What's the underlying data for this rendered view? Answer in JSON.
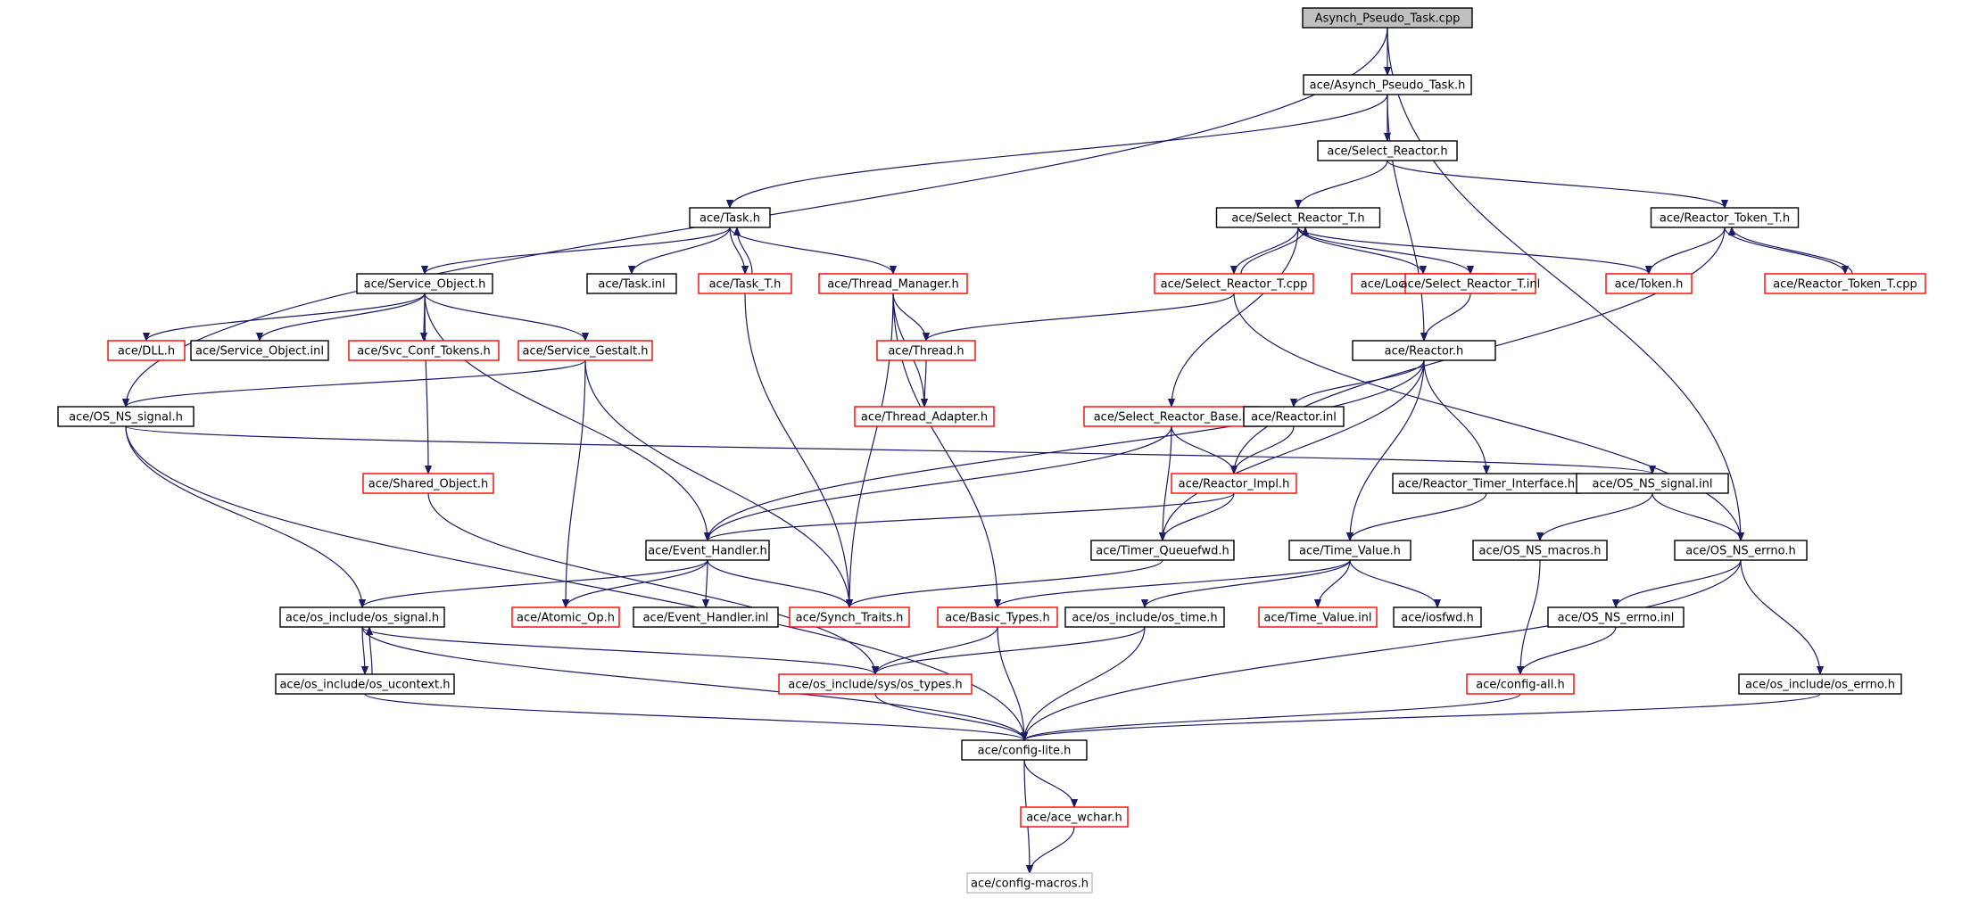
{
  "colors": {
    "edge": "#1a1a66",
    "border_documented": "#000000",
    "border_undocumented": "#ff0000",
    "border_leaf": "#bfbfbf",
    "root_fill": "#bfbfbf"
  },
  "nodes": [
    {
      "id": "n_root",
      "label": "Asynch_Pseudo_Task.cpp",
      "style": "root"
    },
    {
      "id": "n_apt_h",
      "label": "ace/Asynch_Pseudo_Task.h",
      "style": "black"
    },
    {
      "id": "n_sel_reactor",
      "label": "ace/Select_Reactor.h",
      "style": "black"
    },
    {
      "id": "n_task",
      "label": "ace/Task.h",
      "style": "black"
    },
    {
      "id": "n_srt_h",
      "label": "ace/Select_Reactor_T.h",
      "style": "black"
    },
    {
      "id": "n_rtt_h",
      "label": "ace/Reactor_Token_T.h",
      "style": "black"
    },
    {
      "id": "n_svc_obj",
      "label": "ace/Service_Object.h",
      "style": "black"
    },
    {
      "id": "n_task_inl",
      "label": "ace/Task.inl",
      "style": "black"
    },
    {
      "id": "n_task_t",
      "label": "ace/Task_T.h",
      "style": "red"
    },
    {
      "id": "n_thr_mgr",
      "label": "ace/Thread_Manager.h",
      "style": "red"
    },
    {
      "id": "n_srt_cpp",
      "label": "ace/Select_Reactor_T.cpp",
      "style": "red"
    },
    {
      "id": "n_lock_adp",
      "label": "ace/Lock_Adapter_T.h",
      "style": "red"
    },
    {
      "id": "n_srt_inl",
      "label": "ace/Select_Reactor_T.inl",
      "style": "red"
    },
    {
      "id": "n_token",
      "label": "ace/Token.h",
      "style": "red"
    },
    {
      "id": "n_rtt_cpp",
      "label": "ace/Reactor_Token_T.cpp",
      "style": "red"
    },
    {
      "id": "n_dll",
      "label": "ace/DLL.h",
      "style": "red"
    },
    {
      "id": "n_so_inl",
      "label": "ace/Service_Object.inl",
      "style": "black"
    },
    {
      "id": "n_svc_tok",
      "label": "ace/Svc_Conf_Tokens.h",
      "style": "red"
    },
    {
      "id": "n_svc_gest",
      "label": "ace/Service_Gestalt.h",
      "style": "red"
    },
    {
      "id": "n_thread",
      "label": "ace/Thread.h",
      "style": "red"
    },
    {
      "id": "n_reactor",
      "label": "ace/Reactor.h",
      "style": "black"
    },
    {
      "id": "n_ossig",
      "label": "ace/OS_NS_signal.h",
      "style": "black"
    },
    {
      "id": "n_thr_adp",
      "label": "ace/Thread_Adapter.h",
      "style": "red"
    },
    {
      "id": "n_srb",
      "label": "ace/Select_Reactor_Base.h",
      "style": "red"
    },
    {
      "id": "n_react_inl",
      "label": "ace/Reactor.inl",
      "style": "black"
    },
    {
      "id": "n_shared_obj",
      "label": "ace/Shared_Object.h",
      "style": "red"
    },
    {
      "id": "n_react_impl",
      "label": "ace/Reactor_Impl.h",
      "style": "red"
    },
    {
      "id": "n_rti",
      "label": "ace/Reactor_Timer_Interface.h",
      "style": "black"
    },
    {
      "id": "n_ossig_inl",
      "label": "ace/OS_NS_signal.inl",
      "style": "black"
    },
    {
      "id": "n_evh",
      "label": "ace/Event_Handler.h",
      "style": "black"
    },
    {
      "id": "n_tqfwd",
      "label": "ace/Timer_Queuefwd.h",
      "style": "black"
    },
    {
      "id": "n_timeval",
      "label": "ace/Time_Value.h",
      "style": "black"
    },
    {
      "id": "n_osmac",
      "label": "ace/OS_NS_macros.h",
      "style": "black"
    },
    {
      "id": "n_oserr",
      "label": "ace/OS_NS_errno.h",
      "style": "black"
    },
    {
      "id": "n_osinc_sig",
      "label": "ace/os_include/os_signal.h",
      "style": "black"
    },
    {
      "id": "n_atomic",
      "label": "ace/Atomic_Op.h",
      "style": "red"
    },
    {
      "id": "n_evh_inl",
      "label": "ace/Event_Handler.inl",
      "style": "black"
    },
    {
      "id": "n_synch",
      "label": "ace/Synch_Traits.h",
      "style": "red"
    },
    {
      "id": "n_basic",
      "label": "ace/Basic_Types.h",
      "style": "red"
    },
    {
      "id": "n_ostime",
      "label": "ace/os_include/os_time.h",
      "style": "black"
    },
    {
      "id": "n_tv_inl",
      "label": "ace/Time_Value.inl",
      "style": "red"
    },
    {
      "id": "n_iosfwd",
      "label": "ace/iosfwd.h",
      "style": "black"
    },
    {
      "id": "n_oserr_inl",
      "label": "ace/OS_NS_errno.inl",
      "style": "black"
    },
    {
      "id": "n_uctx",
      "label": "ace/os_include/os_ucontext.h",
      "style": "black"
    },
    {
      "id": "n_systypes",
      "label": "ace/os_include/sys/os_types.h",
      "style": "red"
    },
    {
      "id": "n_cfgall",
      "label": "ace/config-all.h",
      "style": "red"
    },
    {
      "id": "n_oserrno",
      "label": "ace/os_include/os_errno.h",
      "style": "black"
    },
    {
      "id": "n_cfglite",
      "label": "ace/config-lite.h",
      "style": "black"
    },
    {
      "id": "n_wchar",
      "label": "ace/ace_wchar.h",
      "style": "red"
    },
    {
      "id": "n_cfgmac",
      "label": "ace/config-macros.h",
      "style": "gray"
    }
  ],
  "edges": [
    [
      "n_root",
      "n_apt_h"
    ],
    [
      "n_root",
      "n_ossig"
    ],
    [
      "n_root",
      "n_oserr"
    ],
    [
      "n_apt_h",
      "n_sel_reactor"
    ],
    [
      "n_apt_h",
      "n_task"
    ],
    [
      "n_apt_h",
      "n_reactor"
    ],
    [
      "n_sel_reactor",
      "n_srt_h"
    ],
    [
      "n_sel_reactor",
      "n_rtt_h"
    ],
    [
      "n_task",
      "n_svc_obj"
    ],
    [
      "n_task",
      "n_task_inl"
    ],
    [
      "n_task",
      "n_task_t"
    ],
    [
      "n_task",
      "n_thr_mgr"
    ],
    [
      "n_task_t",
      "n_task"
    ],
    [
      "n_task_t",
      "n_synch"
    ],
    [
      "n_srt_h",
      "n_srt_cpp"
    ],
    [
      "n_srt_h",
      "n_lock_adp"
    ],
    [
      "n_srt_h",
      "n_srt_inl"
    ],
    [
      "n_srt_h",
      "n_token"
    ],
    [
      "n_srt_h",
      "n_srb"
    ],
    [
      "n_srt_cpp",
      "n_srt_h"
    ],
    [
      "n_srt_cpp",
      "n_thread"
    ],
    [
      "n_srt_cpp",
      "n_oserr"
    ],
    [
      "n_srt_inl",
      "n_reactor"
    ],
    [
      "n_rtt_h",
      "n_token"
    ],
    [
      "n_rtt_h",
      "n_rtt_cpp"
    ],
    [
      "n_rtt_h",
      "n_react_impl"
    ],
    [
      "n_rtt_cpp",
      "n_rtt_h"
    ],
    [
      "n_svc_obj",
      "n_dll"
    ],
    [
      "n_svc_obj",
      "n_so_inl"
    ],
    [
      "n_svc_obj",
      "n_svc_tok"
    ],
    [
      "n_svc_obj",
      "n_svc_gest"
    ],
    [
      "n_svc_obj",
      "n_shared_obj"
    ],
    [
      "n_svc_obj",
      "n_evh"
    ],
    [
      "n_svc_gest",
      "n_ossig"
    ],
    [
      "n_svc_gest",
      "n_atomic"
    ],
    [
      "n_svc_gest",
      "n_synch"
    ],
    [
      "n_thr_mgr",
      "n_thread"
    ],
    [
      "n_thr_mgr",
      "n_thr_adp"
    ],
    [
      "n_thr_mgr",
      "n_synch"
    ],
    [
      "n_thr_mgr",
      "n_basic"
    ],
    [
      "n_thread",
      "n_thr_adp"
    ],
    [
      "n_reactor",
      "n_react_inl"
    ],
    [
      "n_reactor",
      "n_rti"
    ],
    [
      "n_reactor",
      "n_timeval"
    ],
    [
      "n_reactor",
      "n_tqfwd"
    ],
    [
      "n_reactor",
      "n_evh"
    ],
    [
      "n_react_inl",
      "n_react_impl"
    ],
    [
      "n_srb",
      "n_react_impl"
    ],
    [
      "n_srb",
      "n_tqfwd"
    ],
    [
      "n_srb",
      "n_evh"
    ],
    [
      "n_react_impl",
      "n_evh"
    ],
    [
      "n_react_impl",
      "n_tqfwd"
    ],
    [
      "n_ossig",
      "n_ossig_inl"
    ],
    [
      "n_ossig",
      "n_osinc_sig"
    ],
    [
      "n_ossig",
      "n_cfglite"
    ],
    [
      "n_ossig_inl",
      "n_osmac"
    ],
    [
      "n_ossig_inl",
      "n_oserr"
    ],
    [
      "n_rti",
      "n_timeval"
    ],
    [
      "n_evh",
      "n_evh_inl"
    ],
    [
      "n_evh",
      "n_atomic"
    ],
    [
      "n_evh",
      "n_synch"
    ],
    [
      "n_evh",
      "n_osinc_sig"
    ],
    [
      "n_tqfwd",
      "n_synch"
    ],
    [
      "n_timeval",
      "n_basic"
    ],
    [
      "n_timeval",
      "n_ostime"
    ],
    [
      "n_timeval",
      "n_tv_inl"
    ],
    [
      "n_timeval",
      "n_iosfwd"
    ],
    [
      "n_osmac",
      "n_cfgall"
    ],
    [
      "n_oserr",
      "n_oserr_inl"
    ],
    [
      "n_oserr",
      "n_oserrno"
    ],
    [
      "n_oserr",
      "n_cfglite"
    ],
    [
      "n_oserr_inl",
      "n_cfgall"
    ],
    [
      "n_osinc_sig",
      "n_uctx"
    ],
    [
      "n_osinc_sig",
      "n_systypes"
    ],
    [
      "n_osinc_sig",
      "n_cfglite"
    ],
    [
      "n_uctx",
      "n_osinc_sig"
    ],
    [
      "n_uctx",
      "n_cfglite"
    ],
    [
      "n_shared_obj",
      "n_systypes"
    ],
    [
      "n_basic",
      "n_systypes"
    ],
    [
      "n_basic",
      "n_cfglite"
    ],
    [
      "n_ostime",
      "n_systypes"
    ],
    [
      "n_ostime",
      "n_cfglite"
    ],
    [
      "n_systypes",
      "n_cfglite"
    ],
    [
      "n_cfgall",
      "n_cfglite"
    ],
    [
      "n_oserrno",
      "n_cfglite"
    ],
    [
      "n_cfglite",
      "n_wchar"
    ],
    [
      "n_cfglite",
      "n_cfgmac"
    ],
    [
      "n_wchar",
      "n_cfgmac"
    ]
  ]
}
